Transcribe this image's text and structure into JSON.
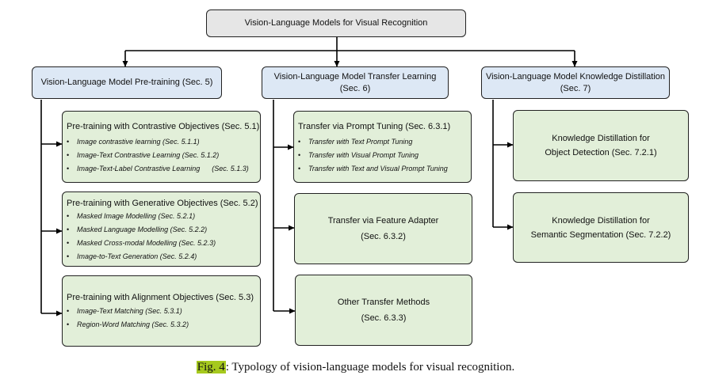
{
  "root": {
    "title": "Vision-Language Models for Visual Recognition"
  },
  "categories": [
    {
      "title": "Vision-Language Model Pre-training (Sec. 5)"
    },
    {
      "title": "Vision-Language Model Transfer Learning",
      "title2": "(Sec. 6)"
    },
    {
      "title": "Vision-Language Model Knowledge Distillation",
      "title2": "(Sec. 7)"
    }
  ],
  "pretraining": [
    {
      "title": "Pre-training with Contrastive Objectives (Sec. 5.1)",
      "items": [
        "Image contrastive learning (Sec. 5.1.1)",
        "Image-Text Contrastive Learning (Sec. 5.1.2)",
        "Image-Text-Label Contrastive Learning      (Sec. 5.1.3)"
      ]
    },
    {
      "title": "Pre-training with Generative Objectives (Sec. 5.2)",
      "items": [
        "Masked Image Modelling (Sec. 5.2.1)",
        "Masked Language Modelling (Sec. 5.2.2)",
        "Masked Cross-modal Modelling (Sec. 5.2.3)",
        "Image-to-Text Generation (Sec. 5.2.4)"
      ]
    },
    {
      "title": "Pre-training with Alignment Objectives (Sec. 5.3)",
      "items": [
        "Image-Text Matching (Sec. 5.3.1)",
        "Region-Word Matching (Sec. 5.3.2)"
      ]
    }
  ],
  "transfer": [
    {
      "title": "Transfer via Prompt Tuning  (Sec. 6.3.1)",
      "items": [
        "Transfer with Text Prompt Tuning",
        "Transfer with Visual Prompt Tuning",
        "Transfer with Text and Visual Prompt Tuning"
      ]
    },
    {
      "line1": "Transfer via Feature Adapter",
      "line2": "(Sec. 6.3.2)"
    },
    {
      "line1": "Other Transfer Methods",
      "line2": "(Sec. 6.3.3)"
    }
  ],
  "distillation": [
    {
      "line1": "Knowledge Distillation for",
      "line2": "Object Detection  (Sec. 7.2.1)"
    },
    {
      "line1": "Knowledge Distillation for",
      "line2": "Semantic Segmentation  (Sec. 7.2.2)"
    }
  ],
  "caption": {
    "label": "Fig. 4",
    "text": ": Typology of vision-language models for visual recognition."
  },
  "colors": {
    "root_fill": "#e6e6e6",
    "category_fill": "#dde8f5",
    "leaf_fill": "#e2efd9",
    "caption_highlight": "#a6c91e"
  }
}
